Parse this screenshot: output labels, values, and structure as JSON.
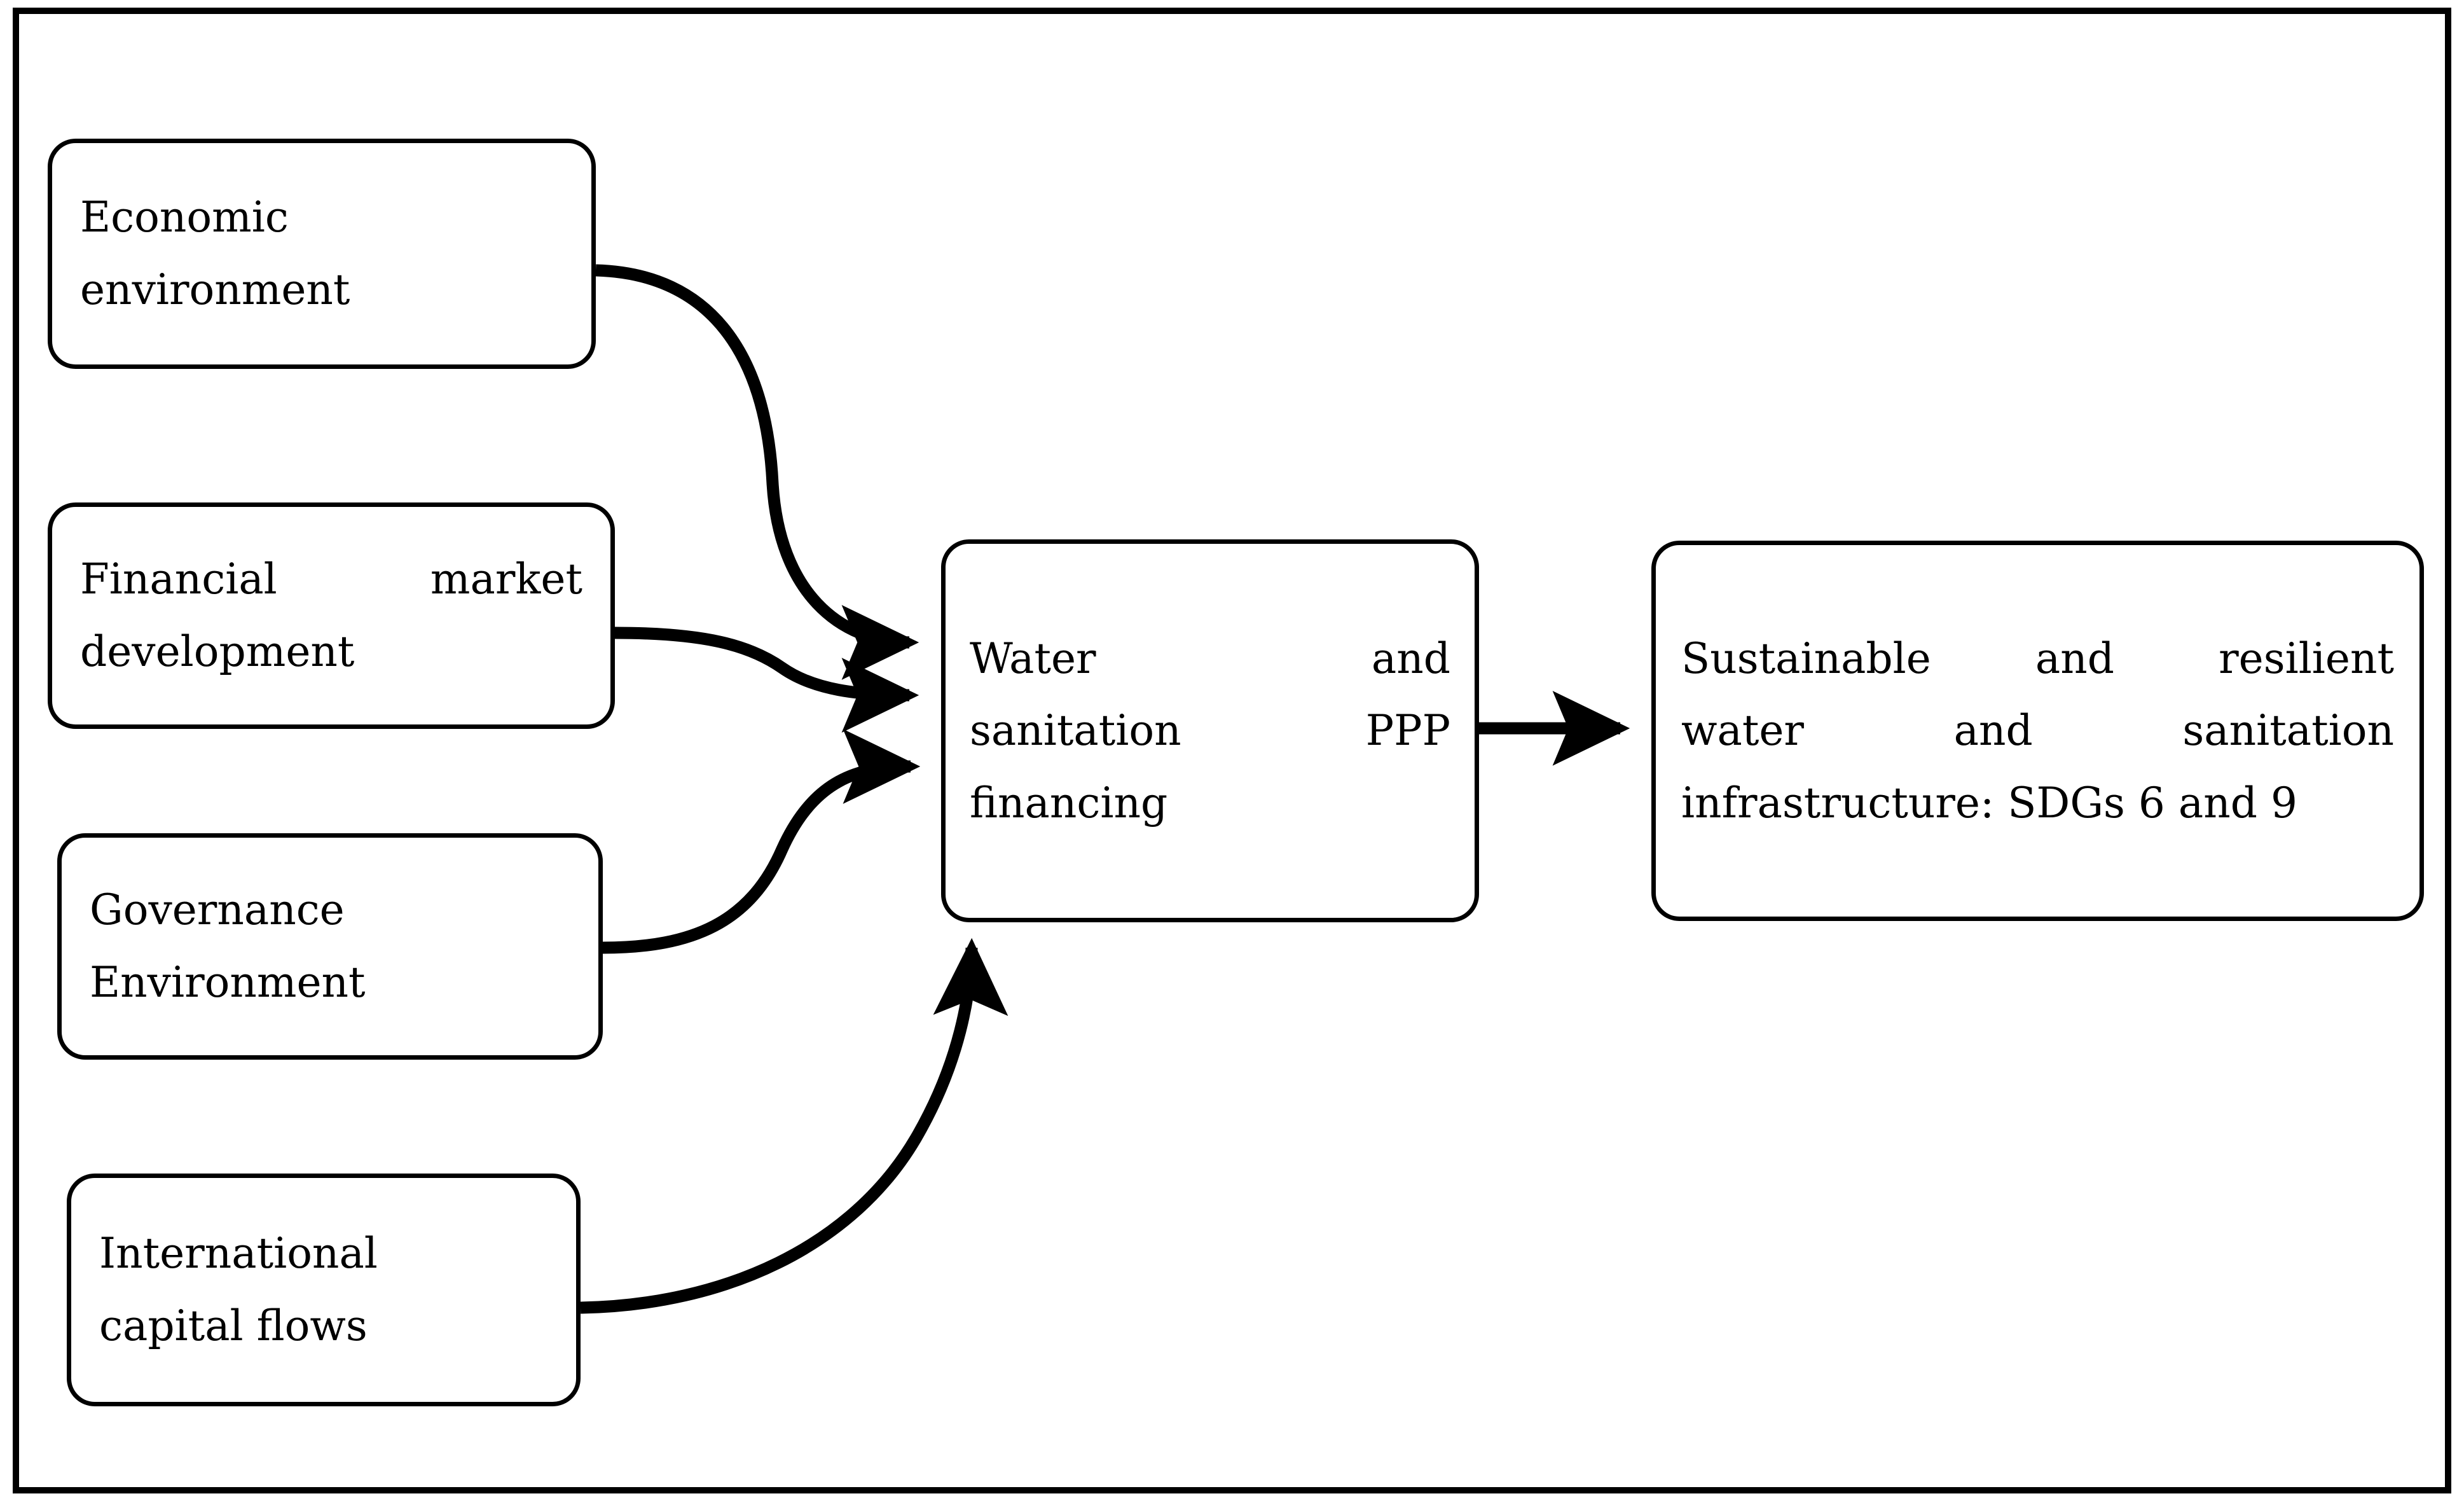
{
  "diagram": {
    "title_visible": false,
    "background_color": "#ffffff",
    "line_color": "#000000",
    "frame": {
      "present": true,
      "style": "solid-rectangle-border"
    },
    "nodes": [
      {
        "id": "economic",
        "name": "economic-environment",
        "lines": [
          "Economic",
          "environment"
        ],
        "shape": "rounded-rectangle"
      },
      {
        "id": "financial",
        "name": "financial-market-development",
        "lines": [
          "Financial    market",
          "development"
        ],
        "shape": "rounded-rectangle"
      },
      {
        "id": "governance",
        "name": "governance-environment",
        "lines": [
          "Governance",
          "Environment"
        ],
        "shape": "rounded-rectangle"
      },
      {
        "id": "international",
        "name": "international-capital-flows",
        "lines": [
          "International",
          "capital flows"
        ],
        "shape": "rounded-rectangle"
      },
      {
        "id": "center",
        "name": "water-and-sanitation-ppp-financing",
        "lines": [
          "Water               and",
          "sanitation      PPP",
          "financing"
        ],
        "shape": "rounded-rectangle"
      },
      {
        "id": "outcome",
        "name": "sustainable-resilient-infrastructure",
        "lines": [
          "Sustainable   and   resilient",
          "water       and       sanitation",
          "infrastructure: SDGs 6 and 9"
        ],
        "shape": "rounded-rectangle"
      }
    ],
    "edges": [
      {
        "id": "e1",
        "from": "economic",
        "to": "center",
        "style": "curved-s",
        "arrowhead": "filled-triangle"
      },
      {
        "id": "e2",
        "from": "financial",
        "to": "center",
        "style": "curved-s",
        "arrowhead": "filled-triangle"
      },
      {
        "id": "e3",
        "from": "governance",
        "to": "center",
        "style": "curved-s",
        "arrowhead": "filled-triangle"
      },
      {
        "id": "e4",
        "from": "international",
        "to": "center",
        "style": "curved-arc",
        "arrowhead": "filled-triangle"
      },
      {
        "id": "e5",
        "from": "center",
        "to": "outcome",
        "style": "straight",
        "arrowhead": "filled-triangle"
      }
    ]
  }
}
